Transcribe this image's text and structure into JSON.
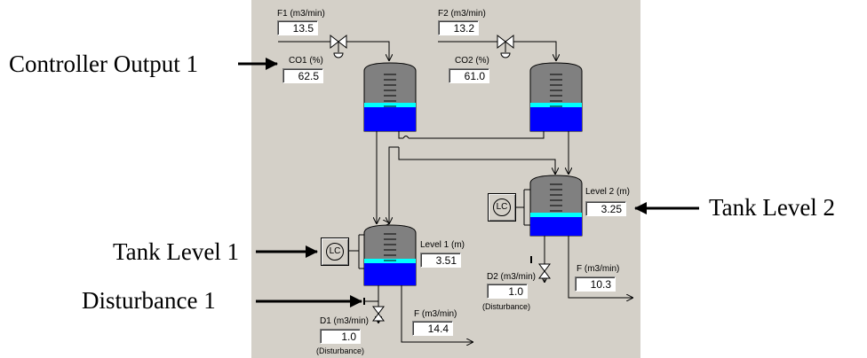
{
  "annotations": {
    "controller_output": "Controller Output 1",
    "tank_level_1": "Tank Level 1",
    "disturbance_1": "Disturbance 1",
    "tank_level_2": "Tank Level 2"
  },
  "inputs": {
    "f1_label": "F1 (m3/min)",
    "f1_value": "13.5",
    "f2_label": "F2 (m3/min)",
    "f2_value": "13.2",
    "co1_label": "CO1 (%)",
    "co1_value": "62.5",
    "co2_label": "CO2 (%)",
    "co2_value": "61.0"
  },
  "tank1": {
    "level_label": "Level 1 (m)",
    "level_value": "3.51",
    "controller": "LC",
    "outflow_label": "F (m3/min)",
    "outflow_value": "14.4",
    "disturbance_label": "D1 (m3/min)",
    "disturbance_value": "1.0",
    "disturbance_note": "(Disturbance)"
  },
  "tank2": {
    "level_label": "Level 2 (m)",
    "level_value": "3.25",
    "controller": "LC",
    "outflow_label": "F (m3/min)",
    "outflow_value": "10.3",
    "disturbance_label": "D2 (m3/min)",
    "disturbance_value": "1.0",
    "disturbance_note": "(Disturbance)"
  },
  "colors": {
    "panel": "#d4d0c8",
    "tank_gray": "#808080",
    "liquid_blue": "#0000ff",
    "liquid_surface": "#00ffff"
  }
}
